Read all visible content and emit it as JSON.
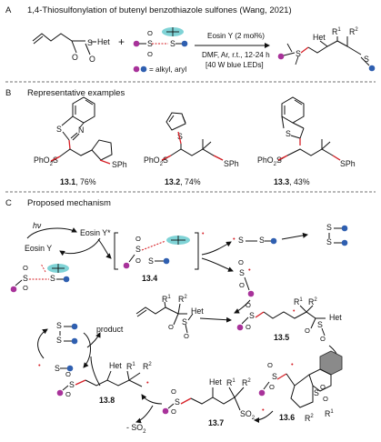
{
  "sections": {
    "a": {
      "letter": "A",
      "title": "1,4-Thiosulfonylation of butenyl benzothiazole sulfones (Wang, 2021)"
    },
    "b": {
      "letter": "B",
      "title": "Representative examples"
    },
    "c": {
      "letter": "C",
      "title": "Proposed mechanism"
    }
  },
  "reaction_a": {
    "catalyst": "Eosin Y (2 mol%)",
    "conditions_1": "DMF, Ar, r.t., 12-24 h",
    "conditions_2": "[40 W blue LEDs]",
    "legend": "= alkyl, aryl",
    "plus": "+"
  },
  "atoms": {
    "het": "Het",
    "s": "S",
    "o": "O",
    "r1": "R",
    "r2": "R",
    "sup1": "1",
    "sup2": "2",
    "n": "N",
    "phso2s": "PhO",
    "so2_sub": "2",
    "sph": "SPh",
    "so2": "SO",
    "dot": "•"
  },
  "examples": [
    {
      "id": "13.1",
      "yield": ", 76%"
    },
    {
      "id": "13.2",
      "yield": ", 74%"
    },
    {
      "id": "13.3",
      "yield": ", 43%"
    }
  ],
  "mechanism": {
    "hv": "hν",
    "eosin_star": "Eosin Y*",
    "eosin": "Eosin Y",
    "product": "product",
    "minus_so2": "- SO",
    "het_box": "Het",
    "labels": {
      "m134": "13.4",
      "m135": "13.5",
      "m136": "13.6",
      "m137": "13.7",
      "m138": "13.8"
    }
  },
  "colors": {
    "magenta": "#a8329a",
    "blue": "#2f5fb0",
    "red": "#d61f26",
    "teal": "#7fd3d6",
    "black": "#111111"
  }
}
